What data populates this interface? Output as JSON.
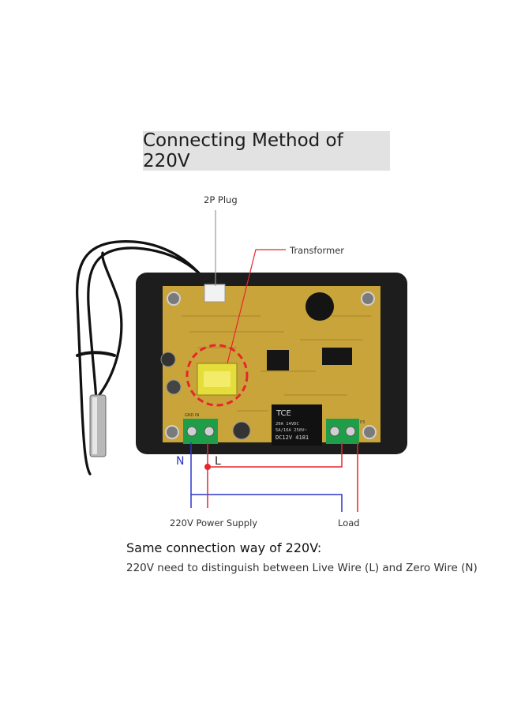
{
  "title": "Connecting Method of 220V",
  "labels": {
    "plug": "2P Plug",
    "transformer": "Transformer",
    "power_supply": "220V Power Supply",
    "load": "Load",
    "neutral": "N",
    "live": "L"
  },
  "relay": {
    "brand": "TCE",
    "line1": "20A      14VDC",
    "line2": "5A/16A    250V~",
    "line3": "DC12V   4181"
  },
  "board_marks": {
    "terminal_left": "GND IN",
    "terminal_right": "P3"
  },
  "note": {
    "heading": "Same connection way of  220V:",
    "text": "220V need to distinguish between Live Wire (L) and Zero Wire (N)"
  },
  "colors": {
    "live_wire": "#e8252b",
    "neutral_wire": "#2a36c8",
    "pcb": "#c9a43a",
    "enclosure": "#1d1d1d",
    "terminal": "#1f9e4a"
  }
}
